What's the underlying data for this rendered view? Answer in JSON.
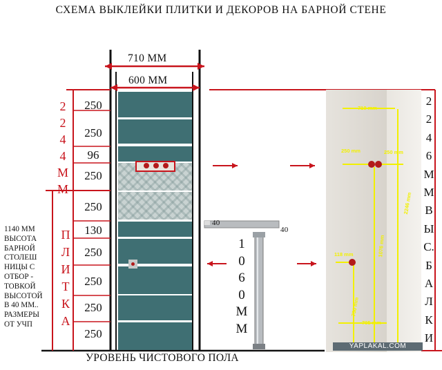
{
  "title": "СХЕМА ВЫКЛЕЙКИ ПЛИТКИ И ДЕКОРОВ НА БАРНОЙ СТЕНЕ",
  "dims": {
    "outer": "710 ММ",
    "inner": "600 ММ"
  },
  "left_vertical": [
    "2",
    "2",
    "4",
    "4",
    "М",
    "М"
  ],
  "plitka_vertical": [
    "П",
    "Л",
    "И",
    "Т",
    "К",
    "А"
  ],
  "leg_vertical": [
    "1",
    "0",
    "6",
    "0",
    "М",
    "М"
  ],
  "right_vertical": [
    "2",
    "2",
    "4",
    "6",
    "М",
    "М",
    "В",
    "Ы",
    "С.",
    "Б",
    "А",
    "Л",
    "К",
    "И"
  ],
  "rows": [
    "250",
    "250",
    "96",
    "250",
    "250",
    "130",
    "250",
    "250",
    "250",
    "250"
  ],
  "note_lines": [
    "1140 ММ",
    "ВЫСОТА",
    "БАРНОЙ",
    "СТОЛЕШ",
    "НИЦЫ С",
    "ОТБОР -",
    "ТОВКОЙ",
    "ВЫСОТОЙ",
    "В 40 ММ..",
    "РАЗМЕРЫ",
    "ОТ УЧП"
  ],
  "counter": {
    "left": "40",
    "right": "40"
  },
  "floor": "УРОВЕНЬ ЧИСТОВОГО ПОЛА",
  "photo_labels": {
    "width": "710 mm",
    "left_gap": "250 mm",
    "right_gap": "250 mm",
    "height": "2246 mm",
    "mid": "1076 mm",
    "side": "118 mm",
    "low": "750 mm",
    "bottom": "705 mm"
  },
  "watermark": "YAPLAKAL.COM",
  "colors": {
    "accent": "#c8141c",
    "tile": "#3f6f73",
    "decor": "#c9d3d2"
  }
}
